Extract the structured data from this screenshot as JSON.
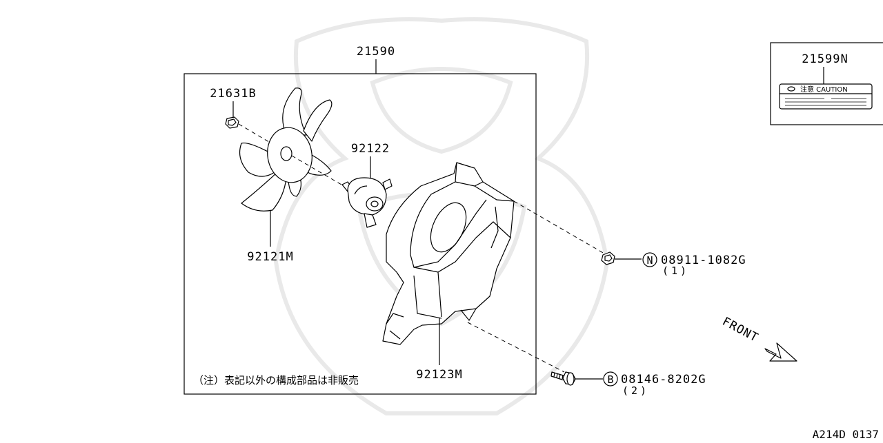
{
  "diagram": {
    "group_label": "21590",
    "parts": [
      {
        "id": "nut",
        "number": "21631B"
      },
      {
        "id": "fan-blade",
        "number": "92121M"
      },
      {
        "id": "fan-motor",
        "number": "92122"
      },
      {
        "id": "shroud",
        "number": "92123M"
      }
    ],
    "fasteners": [
      {
        "id": "nut-08911",
        "symbol": "N",
        "number": "08911-1082G",
        "qty": "(1)"
      },
      {
        "id": "bolt-08146",
        "symbol": "B",
        "number": "08146-8202G",
        "qty": "(2)"
      }
    ],
    "label_inset": {
      "number": "21599N",
      "caution_text": "注意   CAUTION",
      "small_text": "CAUTION"
    },
    "note": "（注）表記以外の構成部品は非販売",
    "direction": "FRONT",
    "figure_id": "A214D 0137"
  }
}
